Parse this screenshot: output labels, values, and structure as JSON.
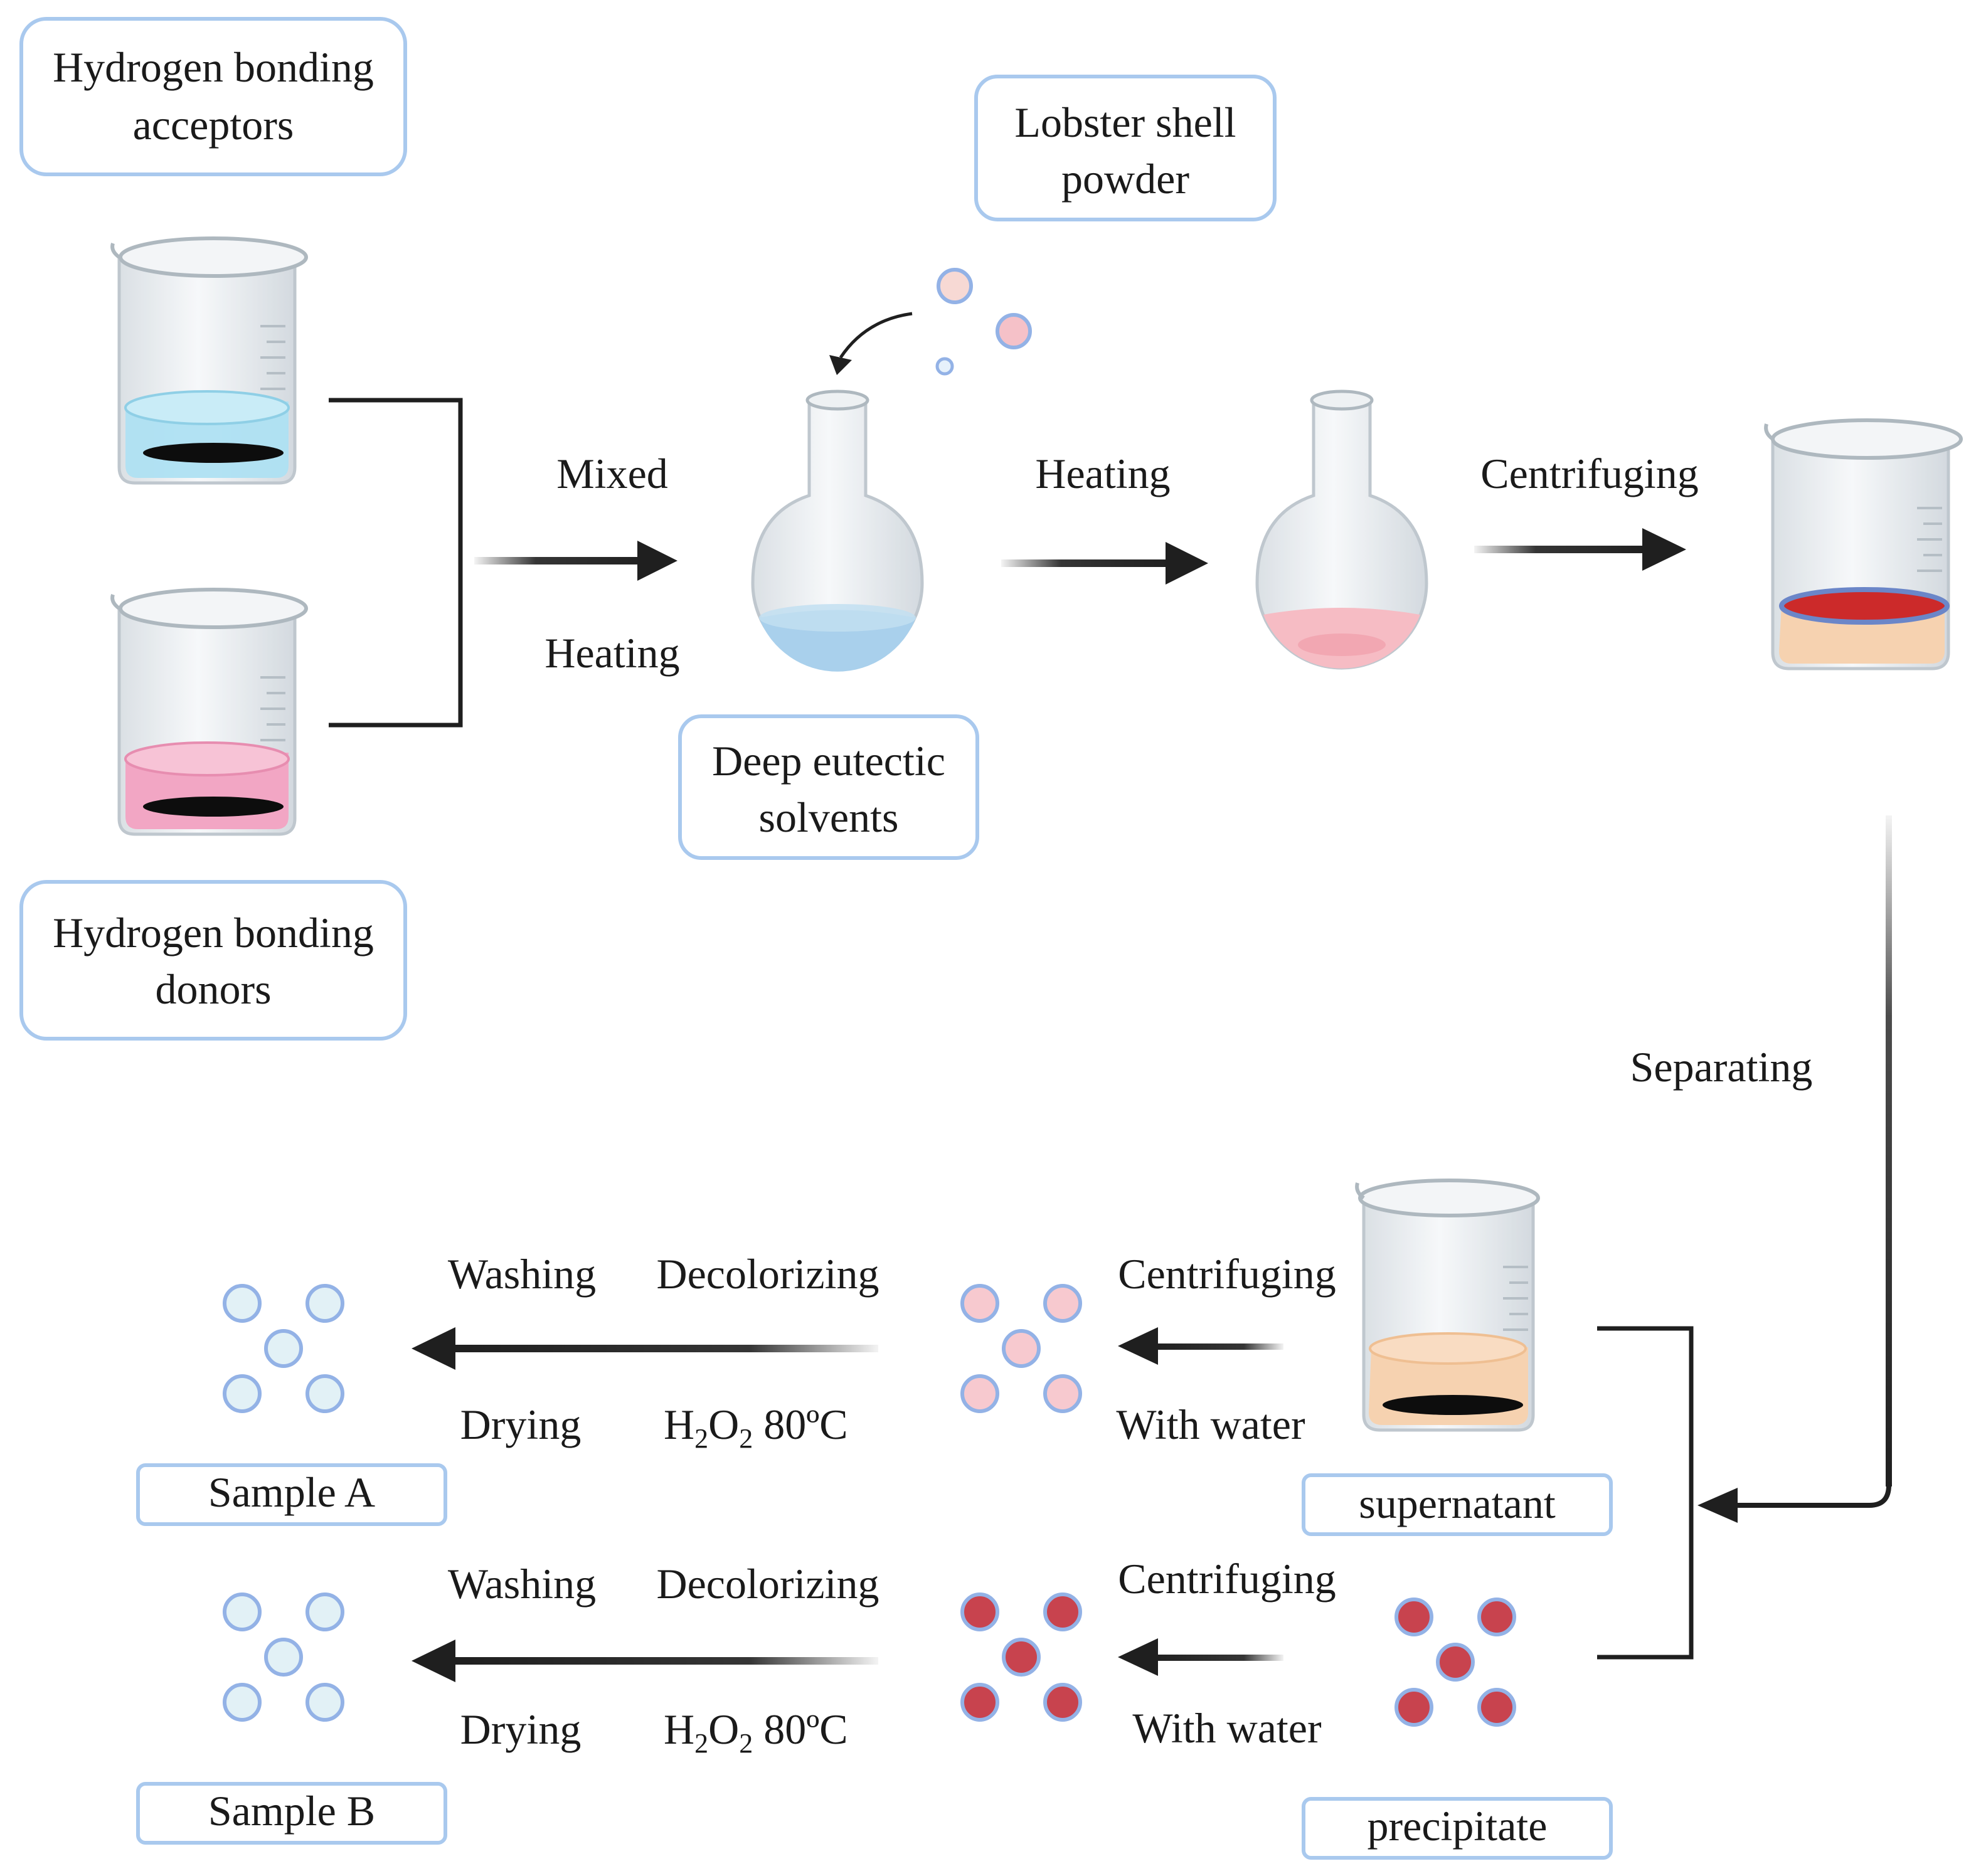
{
  "labels": {
    "hba": [
      "Hydrogen bonding",
      "acceptors"
    ],
    "hbd": [
      "Hydrogen bonding",
      "donors"
    ],
    "lobster": [
      "Lobster shell",
      "powder"
    ],
    "des": [
      "Deep eutectic",
      "solvents"
    ],
    "mixed": "Mixed",
    "heating_lower": "Heating",
    "heating_upper": "Heating",
    "centrifuging_top": "Centrifuging",
    "separating": "Separating",
    "supernatant": "supernatant",
    "precipitate": "precipitate",
    "sample_a": "Sample A",
    "sample_b": "Sample B"
  },
  "rows": [
    {
      "centrifuging": "Centrifuging",
      "with_water": "With water",
      "washing": "Washing",
      "decolorizing": "Decolorizing",
      "drying": "Drying",
      "h2o2_h": "H",
      "h2o2_sub1": "2",
      "h2o2_o": "O",
      "h2o2_sub2": "2",
      "h2o2_temp": " 80ºC"
    },
    {
      "centrifuging": "Centrifuging",
      "with_water": "With water",
      "washing": "Washing",
      "decolorizing": "Decolorizing",
      "drying": "Drying",
      "h2o2_h": "H",
      "h2o2_sub1": "2",
      "h2o2_o": "O",
      "h2o2_sub2": "2",
      "h2o2_temp": " 80ºC"
    }
  ],
  "colors": {
    "acceptor_liquid": "#aee0f2",
    "donor_liquid": "#f2a6c4",
    "des_liquid": "#a9d0ec",
    "heated_liquid": "#f6bcc4",
    "sediment": "#f6d2b0",
    "red_layer": "#cc2a2a",
    "pink_particle": "#f7c9cf",
    "red_particle": "#c8434e",
    "clean_particle": "#e2f1f6",
    "particle_ring": "#93b2e6",
    "box_border": "#a9c9ee"
  }
}
